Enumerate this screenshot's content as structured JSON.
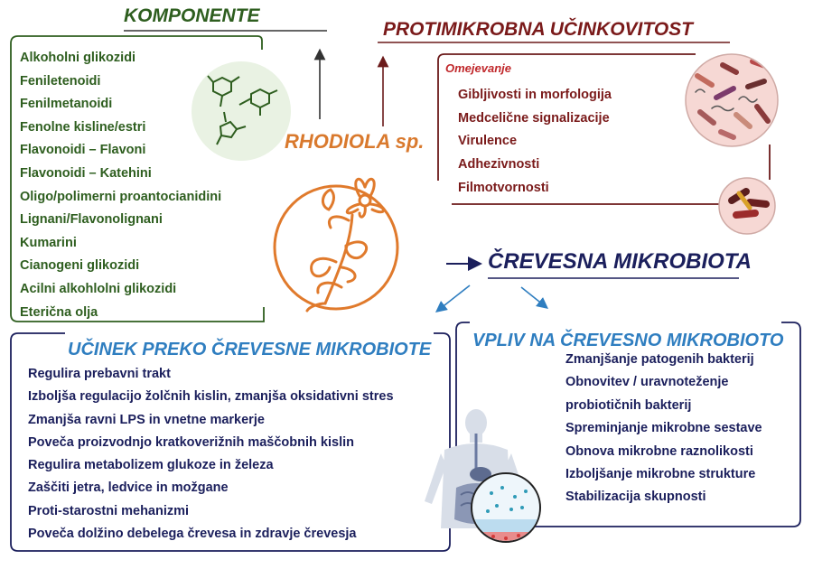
{
  "components": {
    "heading": "KOMPONENTE",
    "items": [
      "Alkoholni glikozidi",
      "Feniletenoidi",
      "Fenilmetanoidi",
      "Fenolne kisline/estri",
      "Flavonoidi – Flavoni",
      "Flavonoidi – Katehini",
      "Oligo/polimerni proantocianidini",
      "Lignani/Flavonolignani",
      "Kumarini",
      "Cianogeni glikozidi",
      "Acilni alkohlolni glikozidi",
      "Eterična olja"
    ]
  },
  "antimicrobial": {
    "heading": "PROTIMIKROBNA UČINKOVITOST",
    "subheading": "Omejevanje",
    "items": [
      "Gibljivosti in morfologija",
      "Medcelične signalizacije",
      "Virulence",
      "Adhezivnosti",
      "Filmotvornosti"
    ]
  },
  "center": {
    "label": "RHODIOLA sp."
  },
  "gut": {
    "heading": "ČREVESNA MIKROBIOTA"
  },
  "effects": {
    "heading": "UČINEK PREKO ČREVESNE MIKROBIOTE",
    "items": [
      "Regulira prebavni trakt",
      "Izboljša regulacijo žolčnih kislin, zmanjša oksidativni stres",
      "Zmanjša ravni LPS in vnetne markerje",
      "Poveča proizvodnjo kratkoverižnih maščobnih kislin",
      "Regulira metabolizem glukoze in železa",
      "Zaščiti jetra, ledvice in možgane",
      "Proti-starostni mehanizmi",
      "Poveča dolžino debelega črevesa in zdravje črevesja"
    ]
  },
  "influence": {
    "heading": "VPLIV NA ČREVESNO MIKROBIOTO",
    "items": [
      "Zmanjšanje patogenih bakterij",
      "Obnovitev / uravnoteženje",
      "probiotičnih bakterij",
      "Spreminjanje mikrobne sestave",
      "Obnova mikrobne raznolikosti",
      "Izboljšanje mikrobne strukture",
      "Stabilizacija skupnosti"
    ]
  },
  "colors": {
    "components": "#2e5e1f",
    "antimicrobial": "#7a1a1a",
    "plant": "#d9792d",
    "gut": "#1b1f5c",
    "accent_blue": "#2f7ec0"
  },
  "icons": {
    "molecule": "chemical-structure-icon",
    "bacteria": "bacteria-petri-icon",
    "pills": "probiotic-capsules-icon",
    "plant": "rhodiola-flower-icon",
    "body": "human-digestive-system-icon",
    "gut_wall": "intestinal-lumen-icon"
  }
}
